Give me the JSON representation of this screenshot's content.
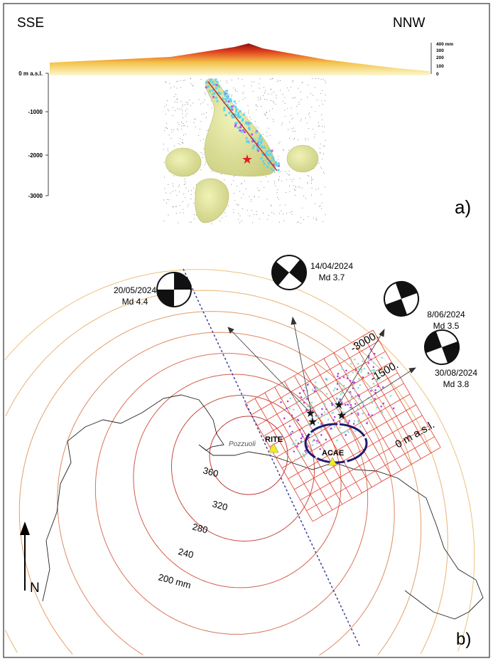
{
  "panel_a": {
    "label": "a)",
    "direction_left": "SSE",
    "direction_right": "NNW",
    "depth_axis": {
      "ticks": [
        "0 m a.s.l.",
        "-1000",
        "-2000",
        "-3000"
      ]
    },
    "uplift_scale": {
      "ticks": [
        "400 mm",
        "300",
        "200",
        "100",
        "0"
      ]
    }
  },
  "panel_b": {
    "label": "b)",
    "north_label": "N",
    "town_label": "Pozzuoli",
    "stations": [
      {
        "name": "RITE"
      },
      {
        "name": "ACAE"
      }
    ],
    "contour_labels": [
      "360",
      "320",
      "280",
      "240",
      "200 mm"
    ],
    "grid_depth_labels": [
      "-3000.",
      "-1500.",
      "0 m a.s.l."
    ],
    "focal_mechanisms": [
      {
        "date": "20/05/2024",
        "magnitude": "Md 4.4"
      },
      {
        "date": "14/04/2024",
        "magnitude": "Md 3.7"
      },
      {
        "date": "8/06/2024",
        "magnitude": "Md 3.5"
      },
      {
        "date": "30/08/2024",
        "magnitude": "Md 3.8"
      }
    ]
  },
  "colors": {
    "contour_inner": "#c0393b",
    "contour_outer": "#e0b070",
    "section_line": "#3a3f9a",
    "ellipse": "#1e1a6e",
    "grid": "#e03a2a",
    "blob": "#e9ec9f"
  }
}
